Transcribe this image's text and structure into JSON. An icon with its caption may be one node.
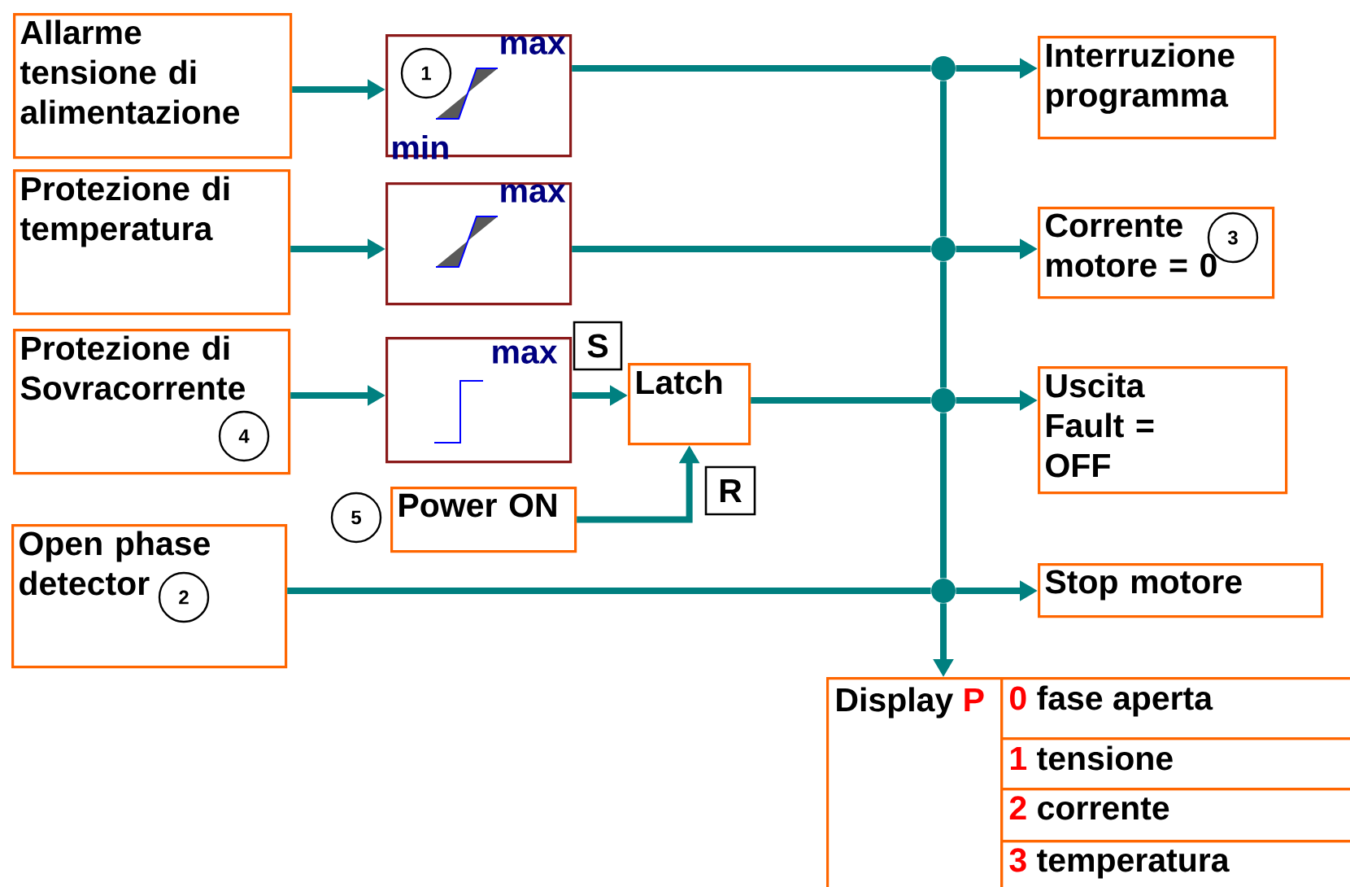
{
  "diagram": {
    "nodes": [
      {
        "text": [
          "Allarme tensione di alimentazione"
        ]
      },
      {
        "text": [
          "max",
          "min"
        ]
      },
      {
        "text": [
          "1"
        ],
        "in": 1
      },
      {
        "text": [
          "Interruzione programma"
        ]
      },
      {
        "text": [
          "Protezione di temperatura"
        ]
      },
      {
        "text": [
          "max"
        ]
      },
      {
        "text": [
          "Corrente motore = 0"
        ]
      },
      {
        "text": [
          "3"
        ],
        "in": 6
      },
      {
        "text": [
          "Protezione di Sovracorrente"
        ]
      },
      {
        "text": [
          "4"
        ],
        "in": 8
      },
      {
        "text": [
          "max"
        ]
      },
      {
        "text": [
          "S"
        ]
      },
      {
        "text": [
          "Latch"
        ]
      },
      {
        "text": [
          "Uscita Fault = OFF"
        ]
      },
      {
        "text": [
          "5"
        ]
      },
      {
        "text": [
          "Power ON"
        ]
      },
      {
        "text": [
          "R"
        ]
      },
      {
        "text": [
          "Open phase detector"
        ]
      },
      {
        "text": [
          "2"
        ],
        "in": 17
      },
      {
        "text": [
          "Stop motore"
        ]
      },
      {
        "text": [
          "Display",
          "P"
        ]
      },
      {
        "text": [
          "0",
          "fase aperta"
        ]
      },
      {
        "text": [
          "1",
          "tensione"
        ]
      },
      {
        "text": [
          "2",
          "corrente"
        ]
      },
      {
        "text": [
          "3",
          "temperatura"
        ]
      },
      {
        "text": [],
        "shape": "circle"
      },
      {
        "text": [],
        "shape": "circle"
      },
      {
        "text": [],
        "shape": "circle"
      },
      {
        "text": [],
        "shape": "circle"
      }
    ],
    "edges": [
      {
        "from": 0,
        "to": 1,
        "arrow": "to"
      },
      {
        "from": 1,
        "to": 25,
        "arrow": "none"
      },
      {
        "from": 25,
        "to": 3,
        "arrow": "to"
      },
      {
        "from": 4,
        "to": 5,
        "arrow": "to"
      },
      {
        "from": 5,
        "to": 26,
        "arrow": "none"
      },
      {
        "from": 26,
        "to": 6,
        "arrow": "to"
      },
      {
        "from": 8,
        "to": 10,
        "arrow": "to"
      },
      {
        "from": 10,
        "to": 12,
        "arrow": "to"
      },
      {
        "from": 12,
        "to": 27,
        "arrow": "none"
      },
      {
        "from": 27,
        "to": 13,
        "arrow": "to"
      },
      {
        "from": 15,
        "to": 12,
        "arrow": "to"
      },
      {
        "from": 17,
        "to": 28,
        "arrow": "none"
      },
      {
        "from": 28,
        "to": 19,
        "arrow": "to"
      },
      {
        "from": 25,
        "to": 26,
        "arrow": "none"
      },
      {
        "from": 26,
        "to": 27,
        "arrow": "none"
      },
      {
        "from": 27,
        "to": 28,
        "arrow": "none"
      },
      {
        "from": 28,
        "to": 20,
        "arrow": "to"
      }
    ]
  }
}
